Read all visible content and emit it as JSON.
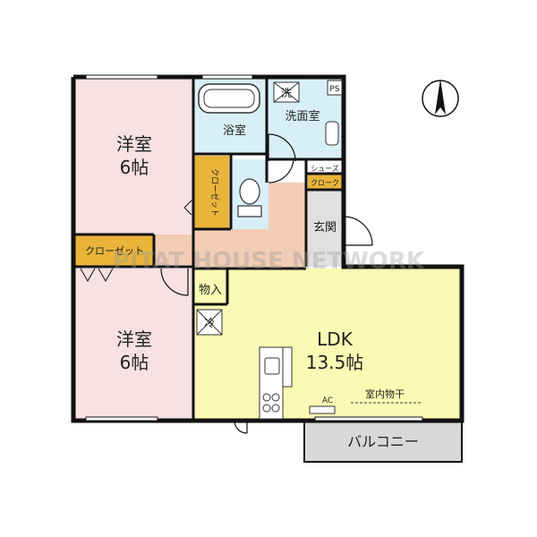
{
  "rooms": {
    "western1": {
      "name": "洋室",
      "size": "6帖"
    },
    "western2": {
      "name": "洋室",
      "size": "6帖"
    },
    "ldk": {
      "name": "LDK",
      "size": "13.5帖"
    },
    "bath": "浴室",
    "washroom": "洗面室",
    "closet_vertical": "クローゼット",
    "closet_horizontal": "クローゼット",
    "storage": "物入",
    "shoe_line1": "シューズ",
    "shoe_line2": "クローク",
    "entrance": "玄関",
    "balcony": "バルコニー"
  },
  "labels": {
    "wash_mark": "洗",
    "fridge_mark": "冷",
    "ps": "PS",
    "ac": "AC",
    "indoor_drying": "室内物干",
    "watermark": "PITAT HOUSE NETWORK"
  },
  "colors": {
    "western": "#f7e1e3",
    "ldk": "#fafab4",
    "wet": "#d8eff7",
    "hall": "#f2cdb5",
    "closet": "#e8b43a",
    "balcony": "#d8d8d8",
    "entrance": "#e0e0e0",
    "wall": "#111111"
  },
  "north_mark": "north-arrow-icon"
}
